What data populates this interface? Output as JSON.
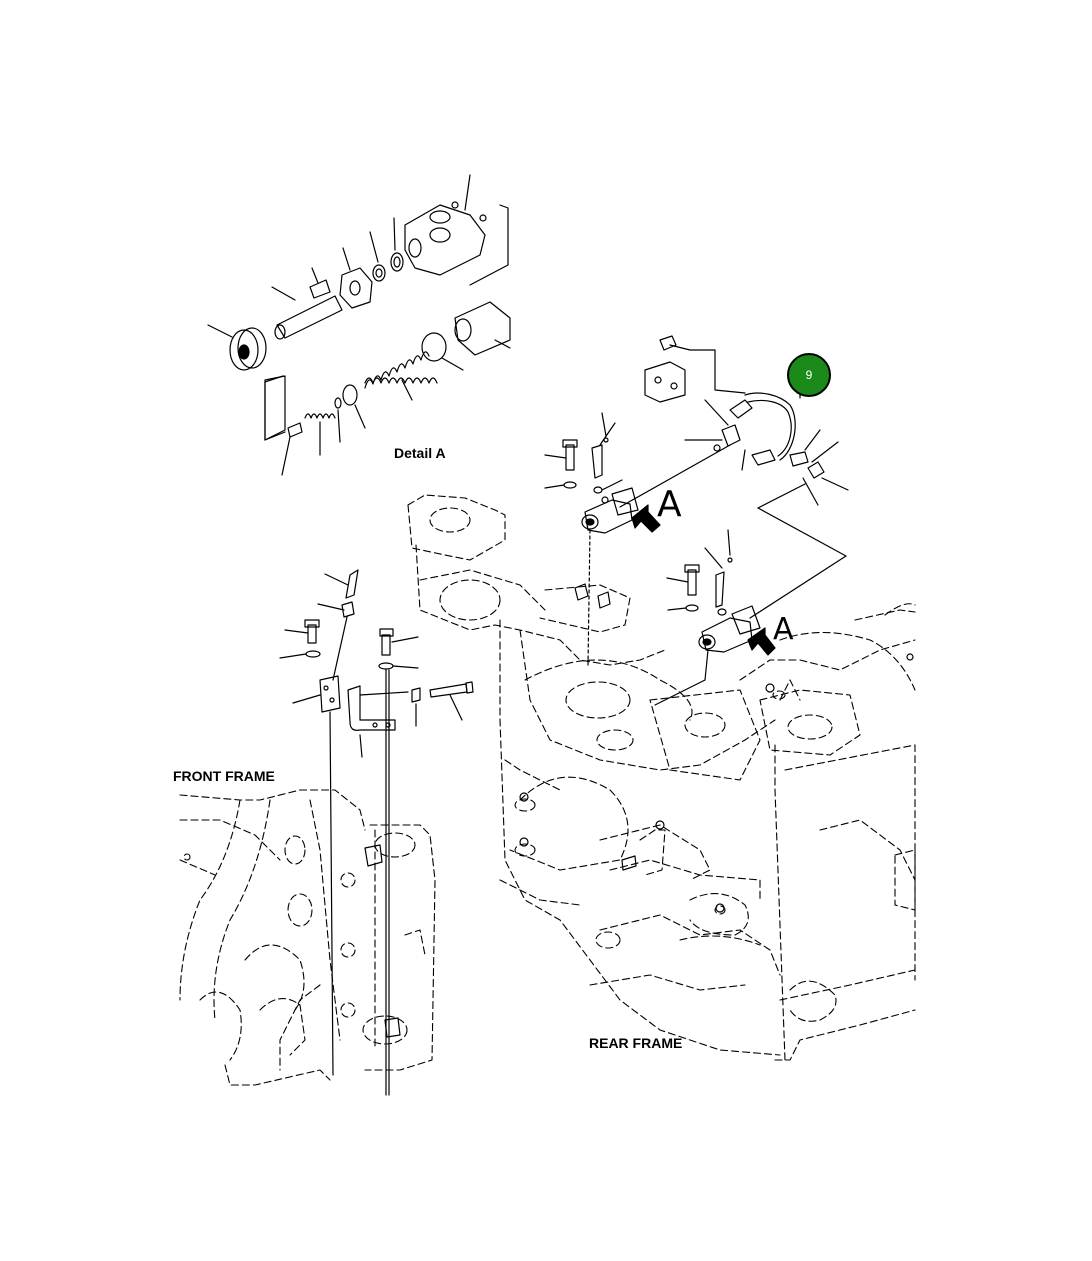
{
  "labels": {
    "detail_a": "Detail A",
    "front_frame": "FRONT FRAME",
    "rear_frame": "REAR FRAME",
    "view_a_upper": "A",
    "view_a_lower": "A"
  },
  "callout": {
    "number": "9",
    "color": "#1a8a1a"
  },
  "colors": {
    "line": "#000000",
    "background": "#ffffff"
  }
}
